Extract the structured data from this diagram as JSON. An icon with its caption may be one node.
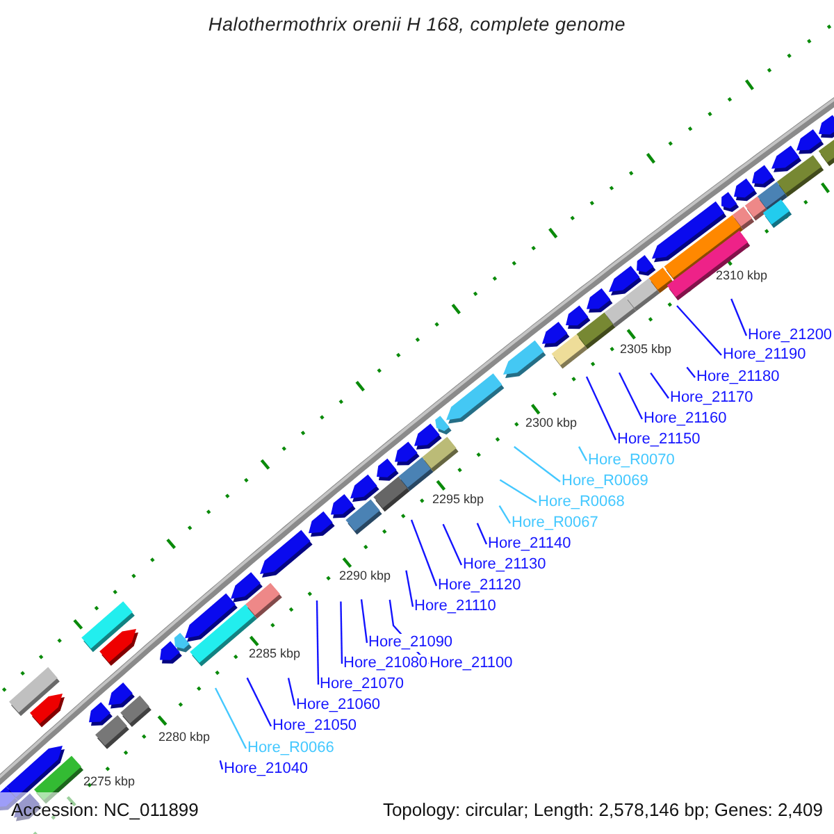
{
  "diagram": {
    "title": "Halothermothrix orenii H 168, complete genome",
    "nodes": [
      {
        "text": [
          "Hore_21200"
        ]
      },
      {
        "text": [
          "Hore_21190"
        ]
      },
      {
        "text": [
          "Hore_21180"
        ]
      },
      {
        "text": [
          "Hore_21170"
        ]
      },
      {
        "text": [
          "Hore_21160"
        ]
      },
      {
        "text": [
          "Hore_21150"
        ]
      },
      {
        "text": [
          "Hore_R0070"
        ]
      },
      {
        "text": [
          "Hore_R0069"
        ]
      },
      {
        "text": [
          "Hore_R0068"
        ]
      },
      {
        "text": [
          "Hore_R0067"
        ]
      },
      {
        "text": [
          "Hore_21140"
        ]
      },
      {
        "text": [
          "Hore_21130"
        ]
      },
      {
        "text": [
          "Hore_21120"
        ]
      },
      {
        "text": [
          "Hore_21110"
        ]
      },
      {
        "text": [
          "Hore_21090"
        ]
      },
      {
        "text": [
          "Hore_21080"
        ]
      },
      {
        "text": [
          "Hore_21100"
        ]
      },
      {
        "text": [
          "Hore_21070"
        ]
      },
      {
        "text": [
          "Hore_21060"
        ]
      },
      {
        "text": [
          "Hore_21050"
        ]
      },
      {
        "text": [
          "Hore_R0066"
        ]
      },
      {
        "text": [
          "Hore_21040"
        ]
      }
    ],
    "edges": [
      {
        "from": 0,
        "to": null,
        "arrow": "none"
      },
      {
        "from": 1,
        "to": null,
        "arrow": "none"
      },
      {
        "from": 2,
        "to": null,
        "arrow": "none"
      },
      {
        "from": 3,
        "to": null,
        "arrow": "none"
      },
      {
        "from": 4,
        "to": null,
        "arrow": "none"
      },
      {
        "from": 5,
        "to": null,
        "arrow": "none"
      },
      {
        "from": 6,
        "to": null,
        "arrow": "none",
        "color": "#44c8ff"
      },
      {
        "from": 7,
        "to": null,
        "arrow": "none",
        "color": "#44c8ff"
      },
      {
        "from": 8,
        "to": null,
        "arrow": "none",
        "color": "#44c8ff"
      },
      {
        "from": 9,
        "to": null,
        "arrow": "none",
        "color": "#44c8ff"
      },
      {
        "from": 10,
        "to": null,
        "arrow": "none"
      },
      {
        "from": 11,
        "to": null,
        "arrow": "none"
      },
      {
        "from": 12,
        "to": null,
        "arrow": "none"
      },
      {
        "from": 13,
        "to": null,
        "arrow": "none"
      },
      {
        "from": 14,
        "to": null,
        "arrow": "none"
      },
      {
        "from": 15,
        "to": null,
        "arrow": "none"
      },
      {
        "from": 16,
        "to": null,
        "arrow": "none"
      },
      {
        "from": 17,
        "to": null,
        "arrow": "none"
      },
      {
        "from": 18,
        "to": null,
        "arrow": "none"
      },
      {
        "from": 19,
        "to": null,
        "arrow": "none"
      },
      {
        "from": 20,
        "to": null,
        "arrow": "none",
        "color": "#44c8ff"
      },
      {
        "from": 21,
        "to": null,
        "arrow": "none"
      }
    ],
    "labels": [
      "2310 kbp",
      "2305 kbp",
      "2300 kbp",
      "2295 kbp",
      "2290 kbp",
      "2285 kbp",
      "2280 kbp",
      "2275 kbp",
      "Accession: NC_011899",
      "Topology: circular; Length: 2,578,146 bp; Genes: 2,409"
    ]
  }
}
